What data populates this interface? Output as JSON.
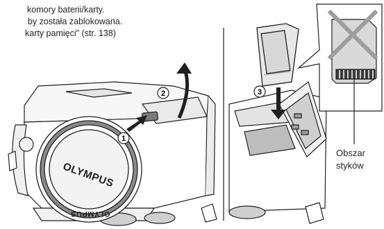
{
  "instructions": {
    "line1": "komory baterii/karty.",
    "line2": "by została zablokowana.",
    "line3": "karty pamięci\" (str. 138)"
  },
  "steps": {
    "step1": "1",
    "step2": "2",
    "step3": "3"
  },
  "camera": {
    "brand_lens_cap": "OLYMPUS",
    "brand_body": "OLYMPUS"
  },
  "callout": {
    "label_line1": "Obszar",
    "label_line2": "styków"
  },
  "colors": {
    "line": "#231f20",
    "gray": "#9d9d9c",
    "light": "#f4f4f4"
  }
}
